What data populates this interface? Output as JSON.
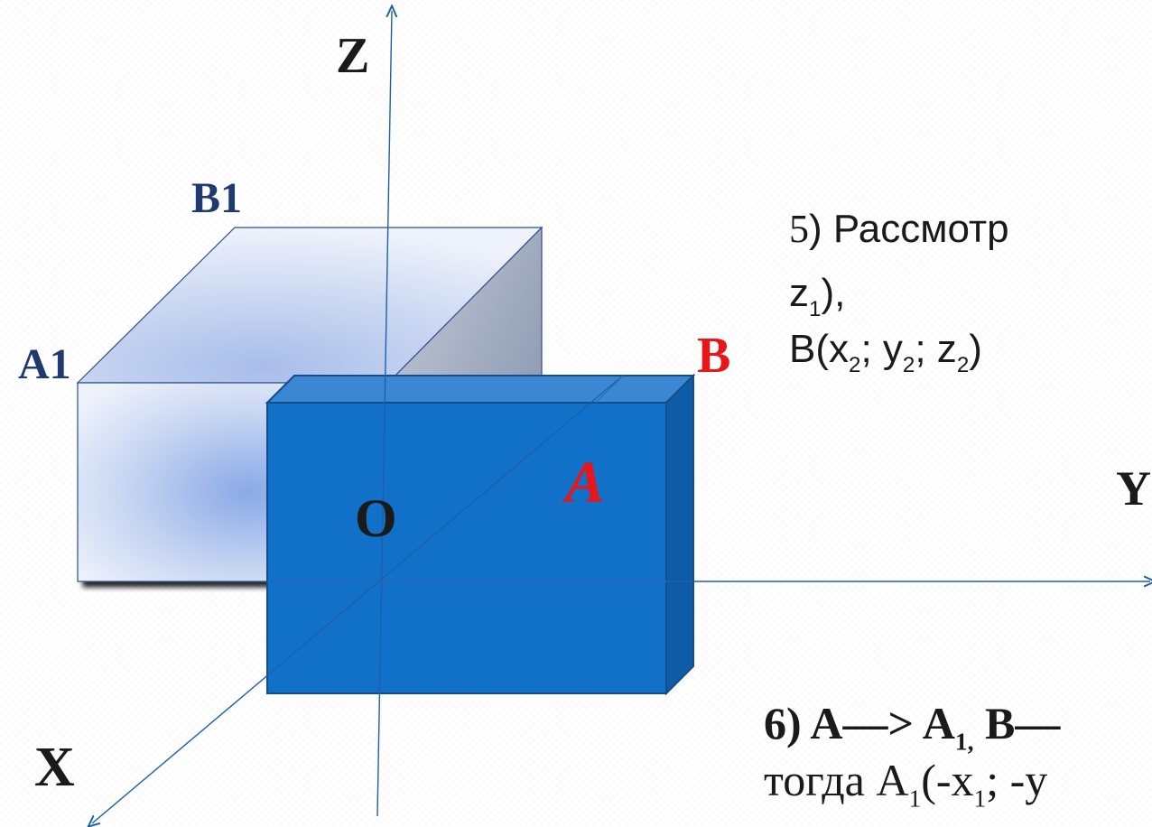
{
  "axes": {
    "z": "Z",
    "x": "X",
    "y": "Y",
    "origin": "O"
  },
  "points": {
    "b1": "B1",
    "a1": "A1",
    "b": "B",
    "a": "A"
  },
  "step5": {
    "number": "5",
    "line1": ")  Рассмотр",
    "line2_var": "z",
    "line2_sub": "1",
    "line2_tail": "),",
    "line3_pre": "B(x",
    "line3_sub1": "2",
    "line3_mid1": "; y",
    "line3_sub2": "2",
    "line3_mid2": "; z",
    "line3_sub3": "2",
    "line3_tail": ")"
  },
  "step6": {
    "line1_pre": "6) A—> A",
    "line1_sub": "1,",
    "line1_tail": " B—",
    "line2_pre": "тогда A",
    "line2_sub1": "1",
    "line2_mid": "(-x",
    "line2_sub2": "1",
    "line2_tail": "; -y"
  },
  "colors": {
    "axis": "#1f5fa8",
    "box_front": "#1170c8",
    "box_back": "#dbe6f8",
    "label_red": "#e8151b",
    "label_navy": "#1f3a6e"
  }
}
